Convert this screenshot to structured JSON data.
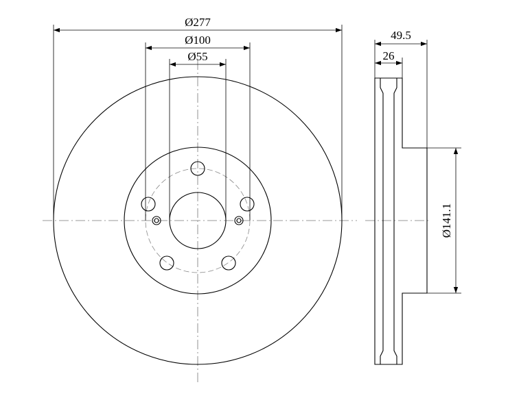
{
  "dimensions": {
    "outer_diameter": "Ø277",
    "pcd": "Ø100",
    "center_bore": "Ø55",
    "total_height": "49.5",
    "disc_thickness": "26",
    "hat_diameter": "Ø141.1"
  },
  "colors": {
    "line": "#000000",
    "center_line": "#777777"
  }
}
